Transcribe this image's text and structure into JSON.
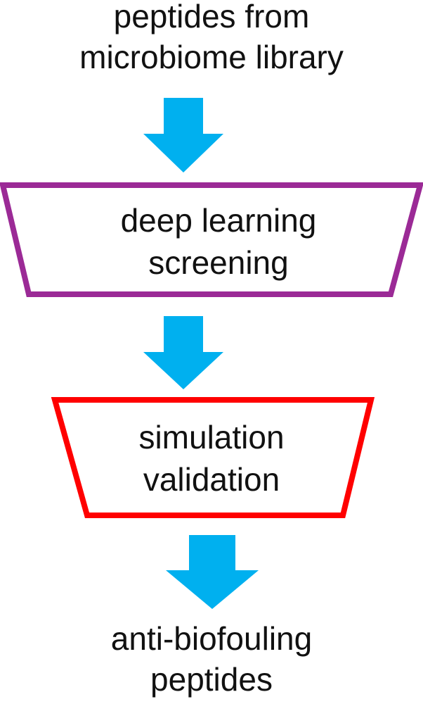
{
  "flow": {
    "input_label_line1": "peptides from",
    "input_label_line2": "microbiome library",
    "step1_line1": "deep learning",
    "step1_line2": "screening",
    "step2_line1": "simulation",
    "step2_line2": "validation",
    "output_label_line1": "anti-biofouling",
    "output_label_line2": "peptides"
  },
  "colors": {
    "arrow": "#00b0ef",
    "step1_border": "#9b2a96",
    "step2_border": "#ff0000",
    "text": "#111111"
  }
}
